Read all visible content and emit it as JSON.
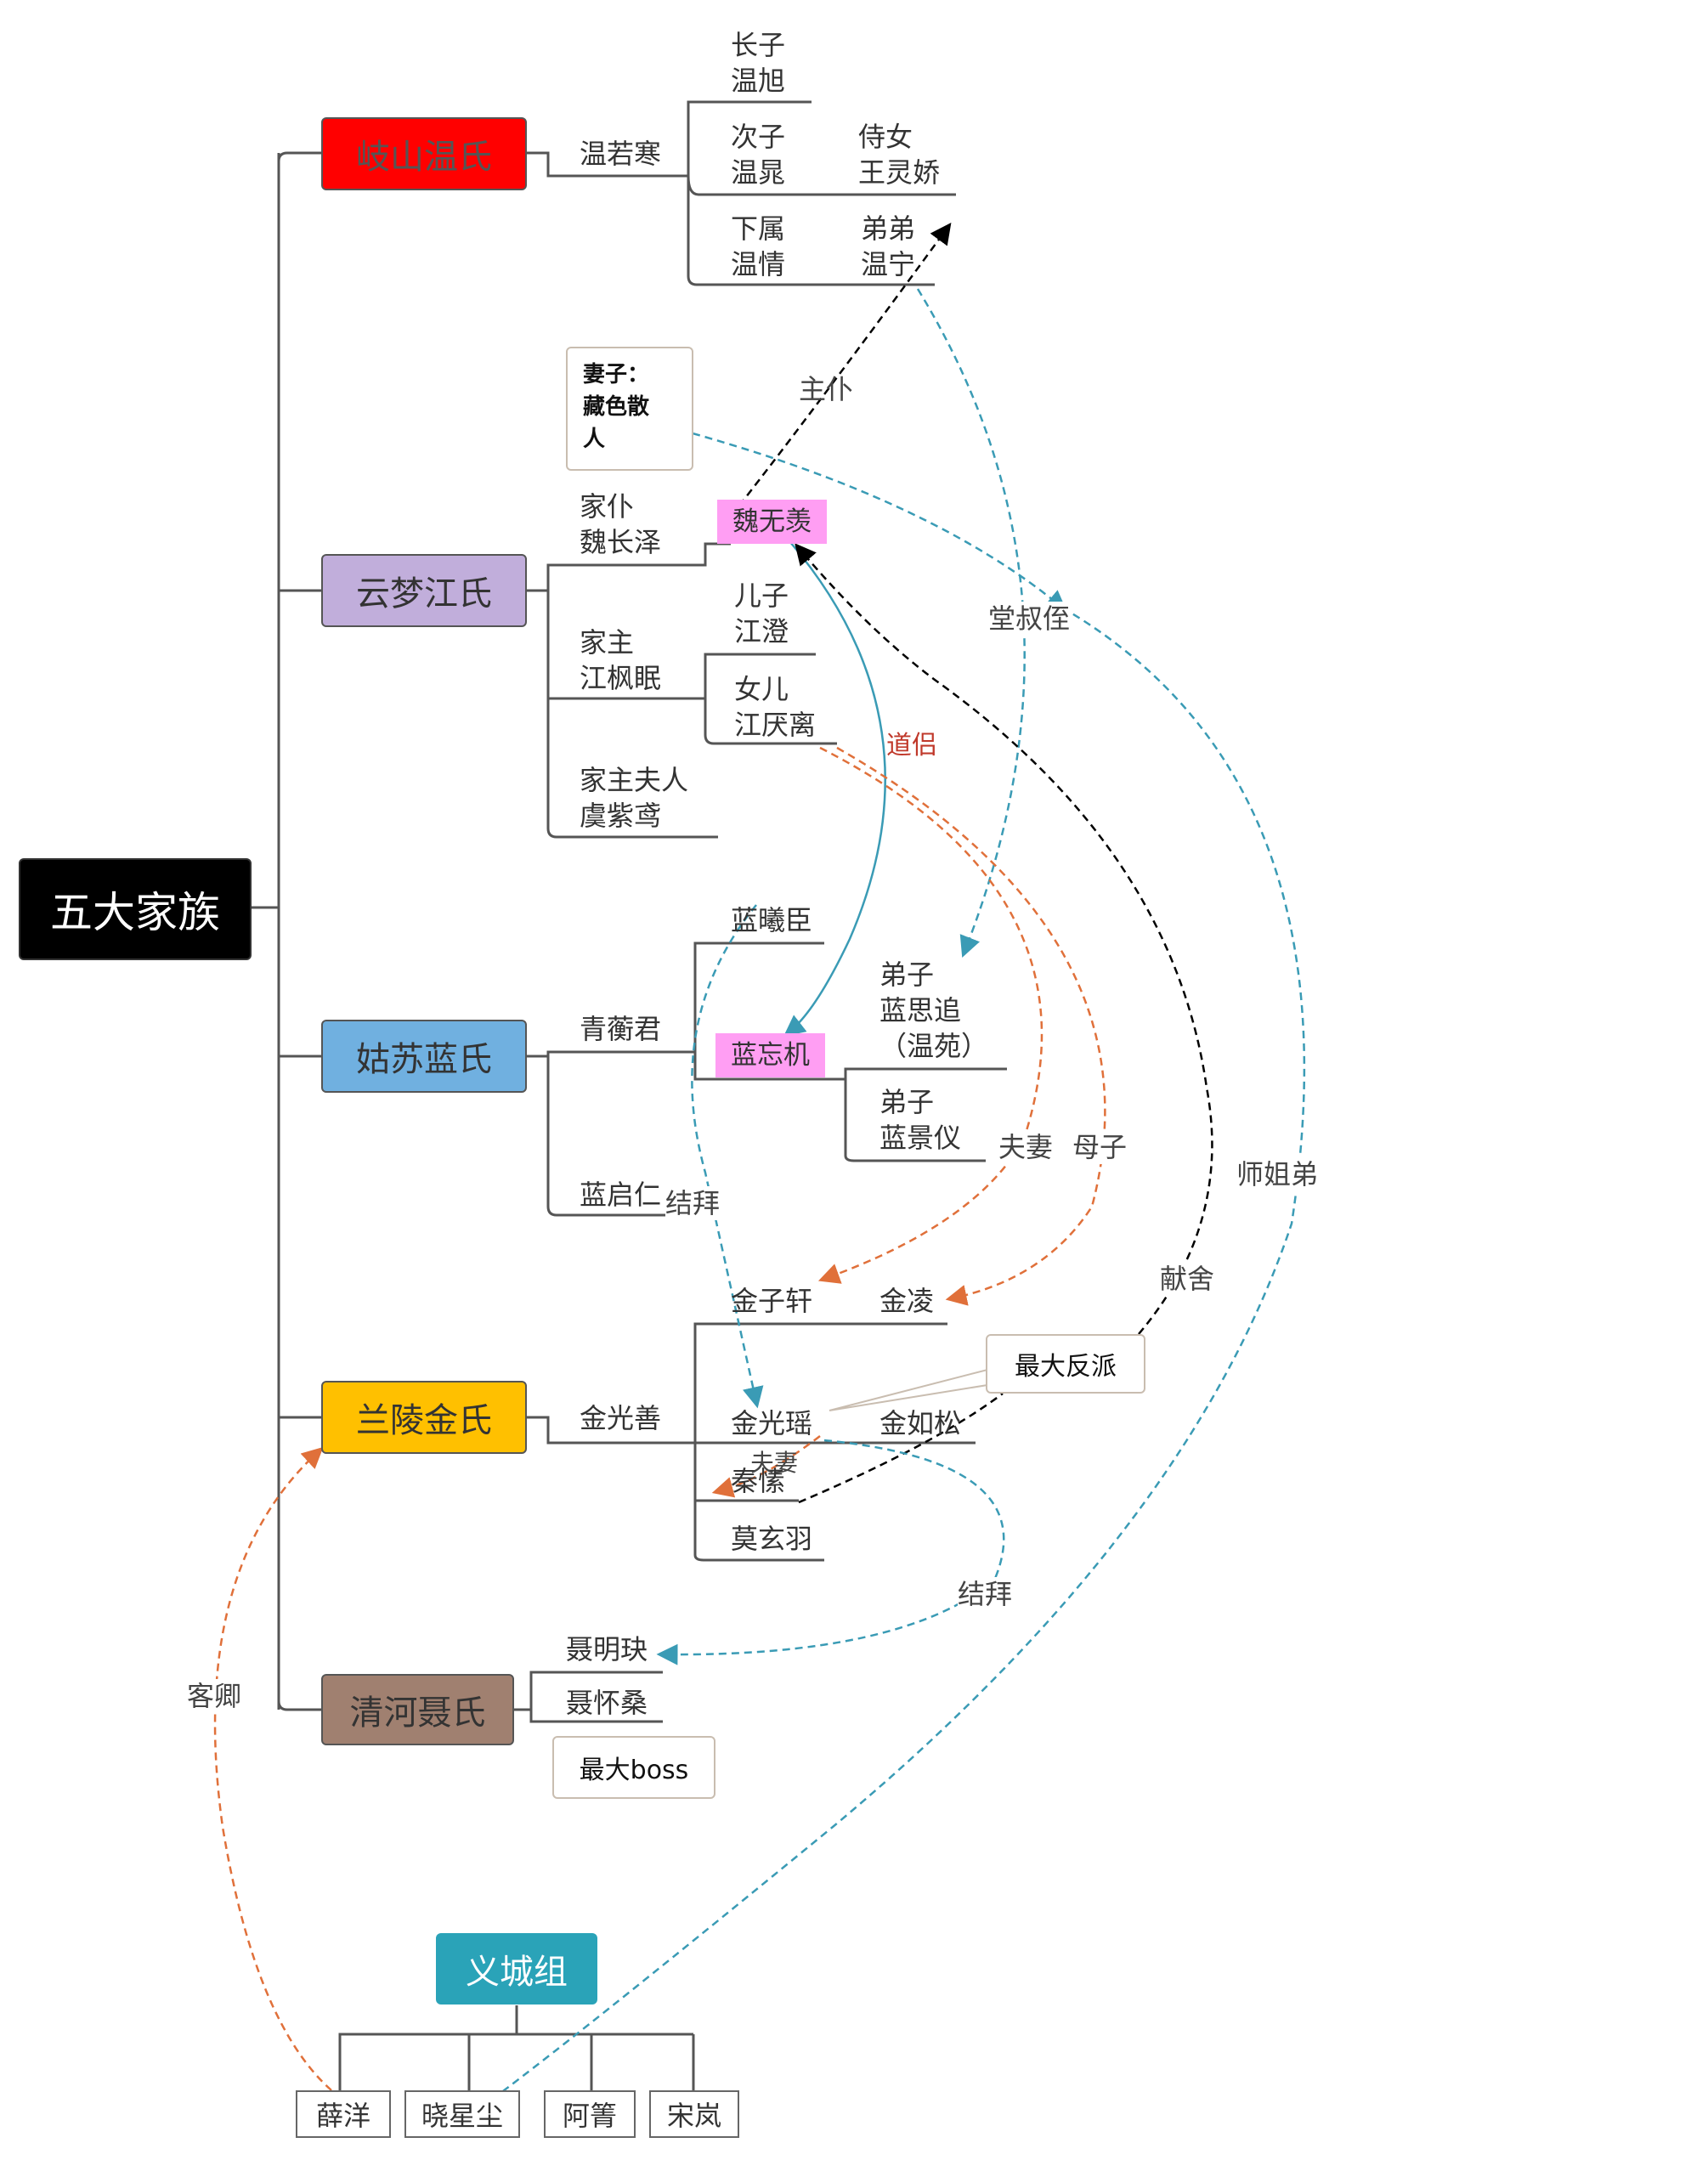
{
  "root": {
    "label": "五大家族"
  },
  "families": {
    "wen": {
      "label": "岐山温氏",
      "color": "#ff0000"
    },
    "jiang": {
      "label": "云梦江氏",
      "color": "#c1aedb"
    },
    "lan": {
      "label": "姑苏蓝氏",
      "color": "#70b0e0"
    },
    "jin": {
      "label": "兰陵金氏",
      "color": "#ffc000"
    },
    "nie": {
      "label": "清河聂氏",
      "color": "#a08070"
    }
  },
  "people": {
    "wen_ruohan": "温若寒",
    "wen_xu": "长子\n温旭",
    "wen_chao": "次子\n温晁",
    "wang_lingjiao": "侍女\n王灵娇",
    "wen_qing": "下属\n温情",
    "wen_ning": "弟弟\n温宁",
    "wife_callout": "妻子：\n藏色散\n人",
    "wei_changze": "家仆\n魏长泽",
    "wei_wuxian": "魏无羡",
    "jiang_cheng": "儿子\n江澄",
    "jiang_fengmian": "家主\n江枫眠",
    "jiang_yanli": "女儿\n江厌离",
    "yu_ziyuan": "家主夫人\n虞紫鸢",
    "lan_xichen": "蓝曦臣",
    "qinghengjun": "青蘅君",
    "lan_wangji": "蓝忘机",
    "lan_sizhui": "弟子\n蓝思追\n（温苑）",
    "lan_jingyi": "弟子\n蓝景仪",
    "lan_qiren": "蓝启仁",
    "jin_zixuan": "金子轩",
    "jin_ling": "金凌",
    "jin_guangshan": "金光善",
    "jin_guangyao": "金光瑶",
    "jin_rusong": "金如松",
    "qin_su": "秦愫",
    "mo_xuanyu": "莫玄羽",
    "nie_mingjue": "聂明玦",
    "nie_huaisang": "聂怀桑",
    "boss_callout": "最大boss",
    "villain_callout": "最大反派"
  },
  "yicheng": {
    "label": "义城组",
    "color": "#2aa3b8",
    "members": [
      "薛洋",
      "晓星尘",
      "阿箐",
      "宋岚"
    ]
  },
  "relations": {
    "zhupu": "主仆",
    "tangshuzhi": "堂叔侄",
    "daolv": "道侣",
    "fuqi": "夫妻",
    "muzi": "母子",
    "shijiedi": "师姐弟",
    "jiebai_1": "结拜",
    "xianshe": "献舍",
    "fuqi_small": "夫妻",
    "jiebai_2": "结拜",
    "keqing": "客卿"
  },
  "colors": {
    "line": "#555555",
    "teal": "#3a9bb5",
    "orange": "#e0703a",
    "black_dash": "#000000",
    "daolv_text": "#c0392b",
    "highlight": "#ff9ef3"
  }
}
